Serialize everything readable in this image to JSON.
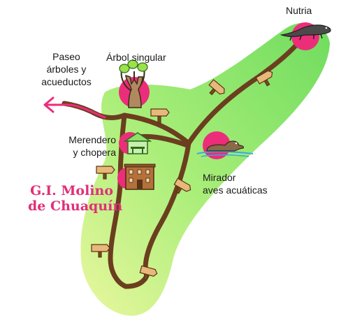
{
  "labels": {
    "nutria": "Nutria",
    "arbol_singular": "Árbol singular",
    "paseo_line1": "Paseo",
    "paseo_line2": "árboles y",
    "paseo_line3": "acueductos",
    "merendero_line1": "Merendero",
    "merendero_line2": "y chopera",
    "mirador_line1": "Mirador",
    "mirador_line2": "aves acuáticas",
    "title_line1": "G.I. Molino",
    "title_line2": "de Chuaquín"
  },
  "colors": {
    "area_green": "#7fe36b",
    "area_light": "#e6f59a",
    "path_brown": "#6b3e1f",
    "poi_pink": "#ec2d7a",
    "title_pink": "#e0307a",
    "signpost": "#e8b87a",
    "water_blue": "#3aa7e0"
  },
  "icons": {
    "nutria": "otter-icon",
    "arbol": "tree-icon",
    "merendero": "picnic-shelter-icon",
    "molino": "mill-building-icon",
    "mirador": "duck-icon",
    "paseo": "arrow-left-icon"
  }
}
